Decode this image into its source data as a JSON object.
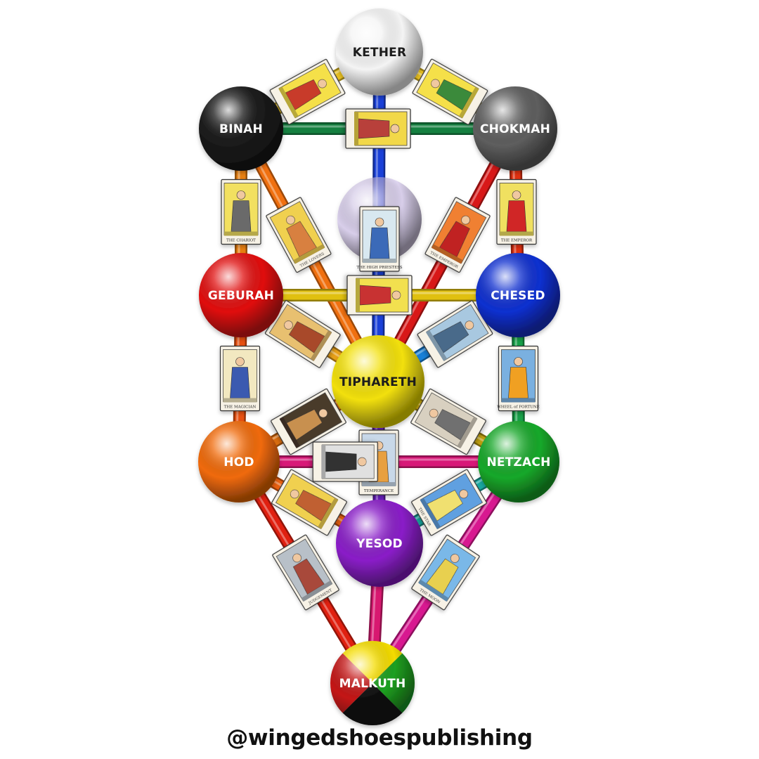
{
  "colors": {
    "kether": "#f4f4f4",
    "binah": "#1a1a1a",
    "chokmah": "#5e5e5e",
    "daath": "#c9b8e8",
    "geburah": "#e01010",
    "chesed": "#1030d0",
    "tiphareth": "#f2e00a",
    "hod": "#f06a0a",
    "netzach": "#18a82a",
    "yesod": "#8a1fc8",
    "malkuth_yellow": "#f4dc00",
    "malkuth_green": "#1fa020",
    "malkuth_black": "#111111",
    "malkuth_red": "#c41818"
  },
  "spheres": [
    {
      "id": "kether",
      "label": "KETHER"
    },
    {
      "id": "binah",
      "label": "BINAH"
    },
    {
      "id": "chokmah",
      "label": "CHOKMAH"
    },
    {
      "id": "daath",
      "label": ""
    },
    {
      "id": "geburah",
      "label": "GEBURAH"
    },
    {
      "id": "chesed",
      "label": "CHESED"
    },
    {
      "id": "tiphareth",
      "label": "TIPHARETH"
    },
    {
      "id": "hod",
      "label": "HOD"
    },
    {
      "id": "netzach",
      "label": "NETZACH"
    },
    {
      "id": "yesod",
      "label": "YESOD"
    },
    {
      "id": "malkuth",
      "label": "MALKUTH"
    }
  ],
  "paths": [
    {
      "from": "kether",
      "to": "binah",
      "color": "#e8c020"
    },
    {
      "from": "kether",
      "to": "chokmah",
      "color": "#e8c020"
    },
    {
      "from": "kether",
      "to": "tiphareth",
      "color": "#1a40d8"
    },
    {
      "from": "binah",
      "to": "chokmah",
      "color": "#158040"
    },
    {
      "from": "binah",
      "to": "geburah",
      "color": "#e88010"
    },
    {
      "from": "binah",
      "to": "tiphareth",
      "color": "#f07010"
    },
    {
      "from": "chokmah",
      "to": "chesed",
      "color": "#e03010"
    },
    {
      "from": "chokmah",
      "to": "tiphareth",
      "color": "#d81818"
    },
    {
      "from": "geburah",
      "to": "chesed",
      "color": "#e0c010"
    },
    {
      "from": "geburah",
      "to": "tiphareth",
      "color": "#e8a018"
    },
    {
      "from": "chesed",
      "to": "tiphareth",
      "color": "#1880d8"
    },
    {
      "from": "geburah",
      "to": "hod",
      "color": "#e85010"
    },
    {
      "from": "chesed",
      "to": "netzach",
      "color": "#18a048"
    },
    {
      "from": "tiphareth",
      "to": "hod",
      "color": "#e07010"
    },
    {
      "from": "tiphareth",
      "to": "netzach",
      "color": "#c0a010"
    },
    {
      "from": "tiphareth",
      "to": "yesod",
      "color": "#6a20c0"
    },
    {
      "from": "hod",
      "to": "netzach",
      "color": "#d81878"
    },
    {
      "from": "hod",
      "to": "yesod",
      "color": "#e86010"
    },
    {
      "from": "netzach",
      "to": "yesod",
      "color": "#18a8a0"
    },
    {
      "from": "hod",
      "to": "malkuth",
      "color": "#e02010"
    },
    {
      "from": "netzach",
      "to": "malkuth",
      "color": "#d81890"
    },
    {
      "from": "yesod",
      "to": "malkuth",
      "color": "#d81870"
    }
  ],
  "cards": [
    {
      "id": "card-kether-binah",
      "path": "kether-binah",
      "caption": "",
      "bg": "#f5e04a",
      "fig": "#c83a2a"
    },
    {
      "id": "card-kether-chokmah",
      "path": "kether-chokmah",
      "caption": "",
      "bg": "#f5e04a",
      "fig": "#3a8a3a"
    },
    {
      "id": "card-binah-chokmah",
      "path": "binah-chokmah",
      "caption": "",
      "bg": "#f2d84a",
      "fig": "#b8403a"
    },
    {
      "id": "card-binah-geburah",
      "path": "binah-geburah",
      "caption": "THE CHARIOT",
      "bg": "#f2e060",
      "fig": "#6a6a6a"
    },
    {
      "id": "card-binah-tiphareth",
      "path": "binah-tiphareth",
      "caption": "THE LOVERS",
      "bg": "#f0d050",
      "fig": "#d88040"
    },
    {
      "id": "card-daath",
      "path": "kether-tiphareth",
      "caption": "THE HIGH PRIESTESS",
      "bg": "#d8e8f0",
      "fig": "#3a6ab8"
    },
    {
      "id": "card-chokmah-tiphareth",
      "path": "chokmah-tiphareth",
      "caption": "THE EMPEROR",
      "bg": "#f08030",
      "fig": "#c02020"
    },
    {
      "id": "card-chokmah-chesed",
      "path": "chokmah-chesed",
      "caption": "THE EMPEROR",
      "bg": "#f0e060",
      "fig": "#d02828"
    },
    {
      "id": "card-geburah-chesed",
      "path": "geburah-chesed",
      "caption": "",
      "bg": "#f2e050",
      "fig": "#c83030"
    },
    {
      "id": "card-geburah-tiphareth",
      "path": "geburah-tiphareth",
      "caption": "",
      "bg": "#e8c070",
      "fig": "#a84a2a"
    },
    {
      "id": "card-chesed-tiphareth",
      "path": "chesed-tiphareth",
      "caption": "",
      "bg": "#a8c8e0",
      "fig": "#4a6a8a"
    },
    {
      "id": "card-geburah-hod",
      "path": "geburah-hod",
      "caption": "THE MAGICIAN",
      "bg": "#f2e8c0",
      "fig": "#3a5ab0"
    },
    {
      "id": "card-chesed-netzach",
      "path": "chesed-netzach",
      "caption": "WHEEL of FORTUNE",
      "bg": "#7ab0e0",
      "fig": "#f0a020"
    },
    {
      "id": "card-tiphareth-hod",
      "path": "tiphareth-hod",
      "caption": "",
      "bg": "#4a3a2a",
      "fig": "#c89050"
    },
    {
      "id": "card-tiphareth-netzach",
      "path": "tiphareth-netzach",
      "caption": "",
      "bg": "#d8d0c0",
      "fig": "#707070"
    },
    {
      "id": "card-tiphareth-yesod",
      "path": "tiphareth-yesod",
      "caption": "TEMPERANCE",
      "bg": "#c8d8e8",
      "fig": "#e8a040"
    },
    {
      "id": "card-hod-netzach",
      "path": "hod-netzach",
      "caption": "",
      "bg": "#e0e0e0",
      "fig": "#303030"
    },
    {
      "id": "card-hod-yesod",
      "path": "hod-yesod",
      "caption": "",
      "bg": "#f0d050",
      "fig": "#c06030"
    },
    {
      "id": "card-netzach-yesod",
      "path": "netzach-yesod",
      "caption": "THE STAR",
      "bg": "#60a0e0",
      "fig": "#f0e070"
    },
    {
      "id": "card-hod-malkuth",
      "path": "hod-malkuth",
      "caption": "JUDGEMENT",
      "bg": "#b8c0c8",
      "fig": "#a84a3a"
    },
    {
      "id": "card-netzach-malkuth",
      "path": "netzach-malkuth",
      "caption": "THE MOON",
      "bg": "#7ab8e8",
      "fig": "#e8d050"
    }
  ],
  "credit": "@wingedshoespublishing"
}
